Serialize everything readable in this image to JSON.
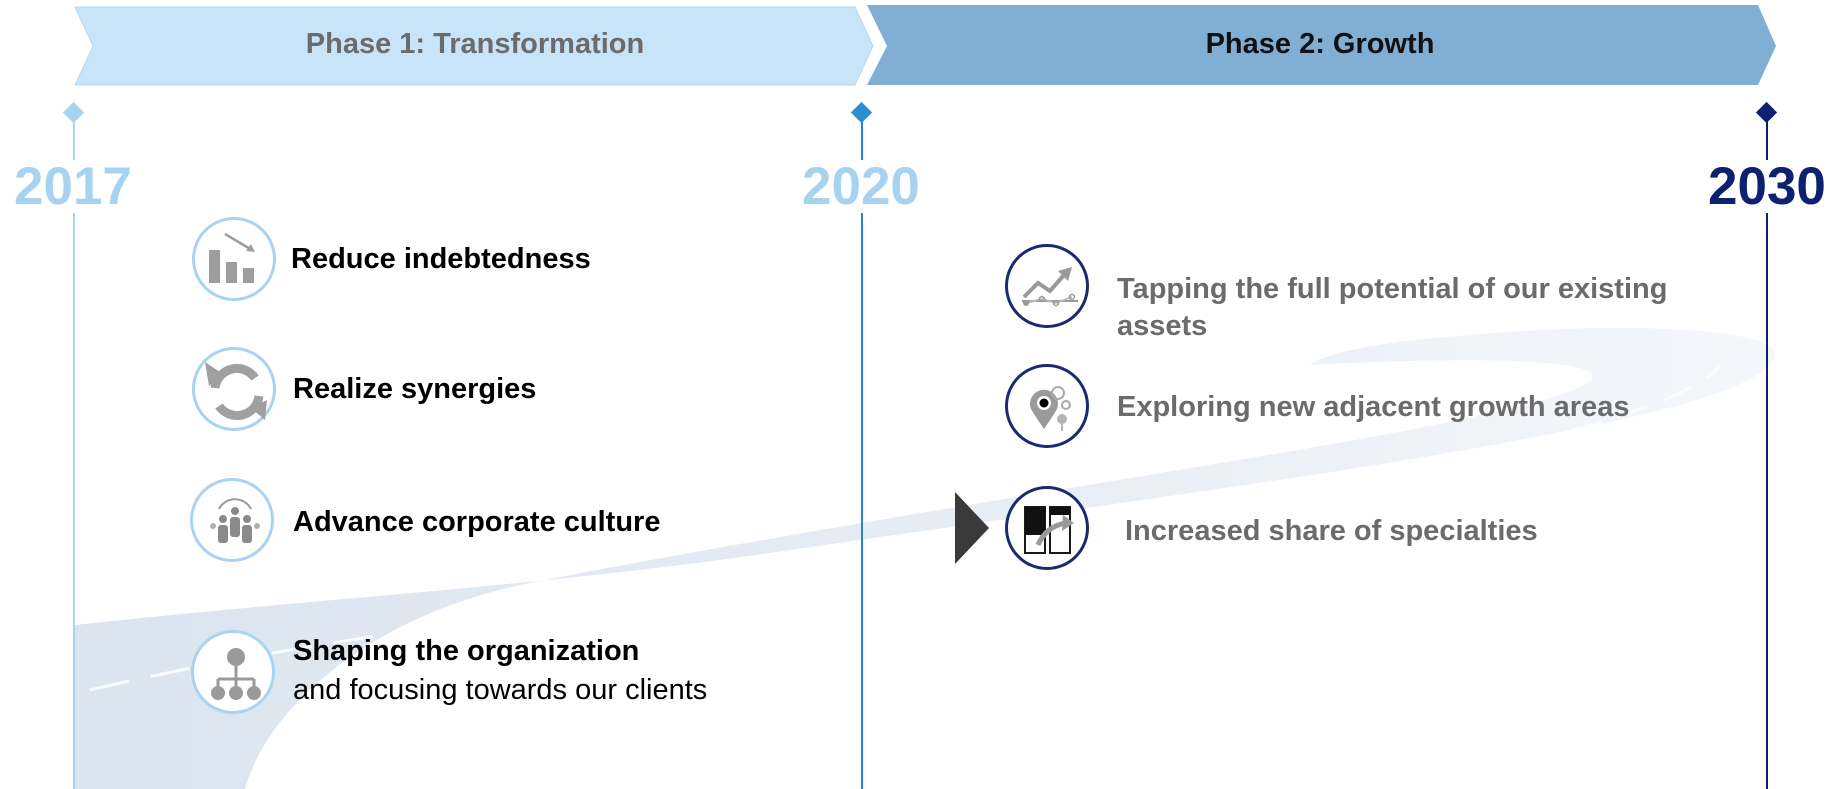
{
  "phases": [
    {
      "label": "Phase 1: Transformation",
      "fill": "#c8e4f8",
      "text_color": "#6b6b6b"
    },
    {
      "label": "Phase 2: Growth",
      "fill": "#80afd3",
      "text_color": "#111111"
    }
  ],
  "milestones": [
    {
      "year": "2017",
      "color": "#a7d3f1"
    },
    {
      "year": "2020",
      "color": "#a7d3f1"
    },
    {
      "year": "2030",
      "color": "#0d2170"
    }
  ],
  "phase1_items": [
    {
      "title": "Reduce indebtedness",
      "subtitle": "",
      "icon": "declining-bar-chart-icon"
    },
    {
      "title": "Realize synergies",
      "subtitle": "",
      "icon": "refresh-arrows-icon"
    },
    {
      "title": "Advance corporate culture",
      "subtitle": "",
      "icon": "team-people-icon"
    },
    {
      "title": "Shaping the organization",
      "subtitle": "and focusing towards our clients",
      "icon": "org-chart-icon"
    }
  ],
  "phase2_items": [
    {
      "title": "Tapping the full potential of our existing assets",
      "icon": "growth-line-chart-icon"
    },
    {
      "title": "Exploring new adjacent growth areas",
      "icon": "map-pins-icon"
    },
    {
      "title": "Increased share of specialties",
      "icon": "shift-bars-icon",
      "highlighted": true
    }
  ],
  "colors": {
    "road": "#dfe7f1",
    "phase1_icon_border": "#a9d3f0",
    "phase2_icon_border": "#1b2a6e",
    "pointer": "#3a3a3a"
  }
}
